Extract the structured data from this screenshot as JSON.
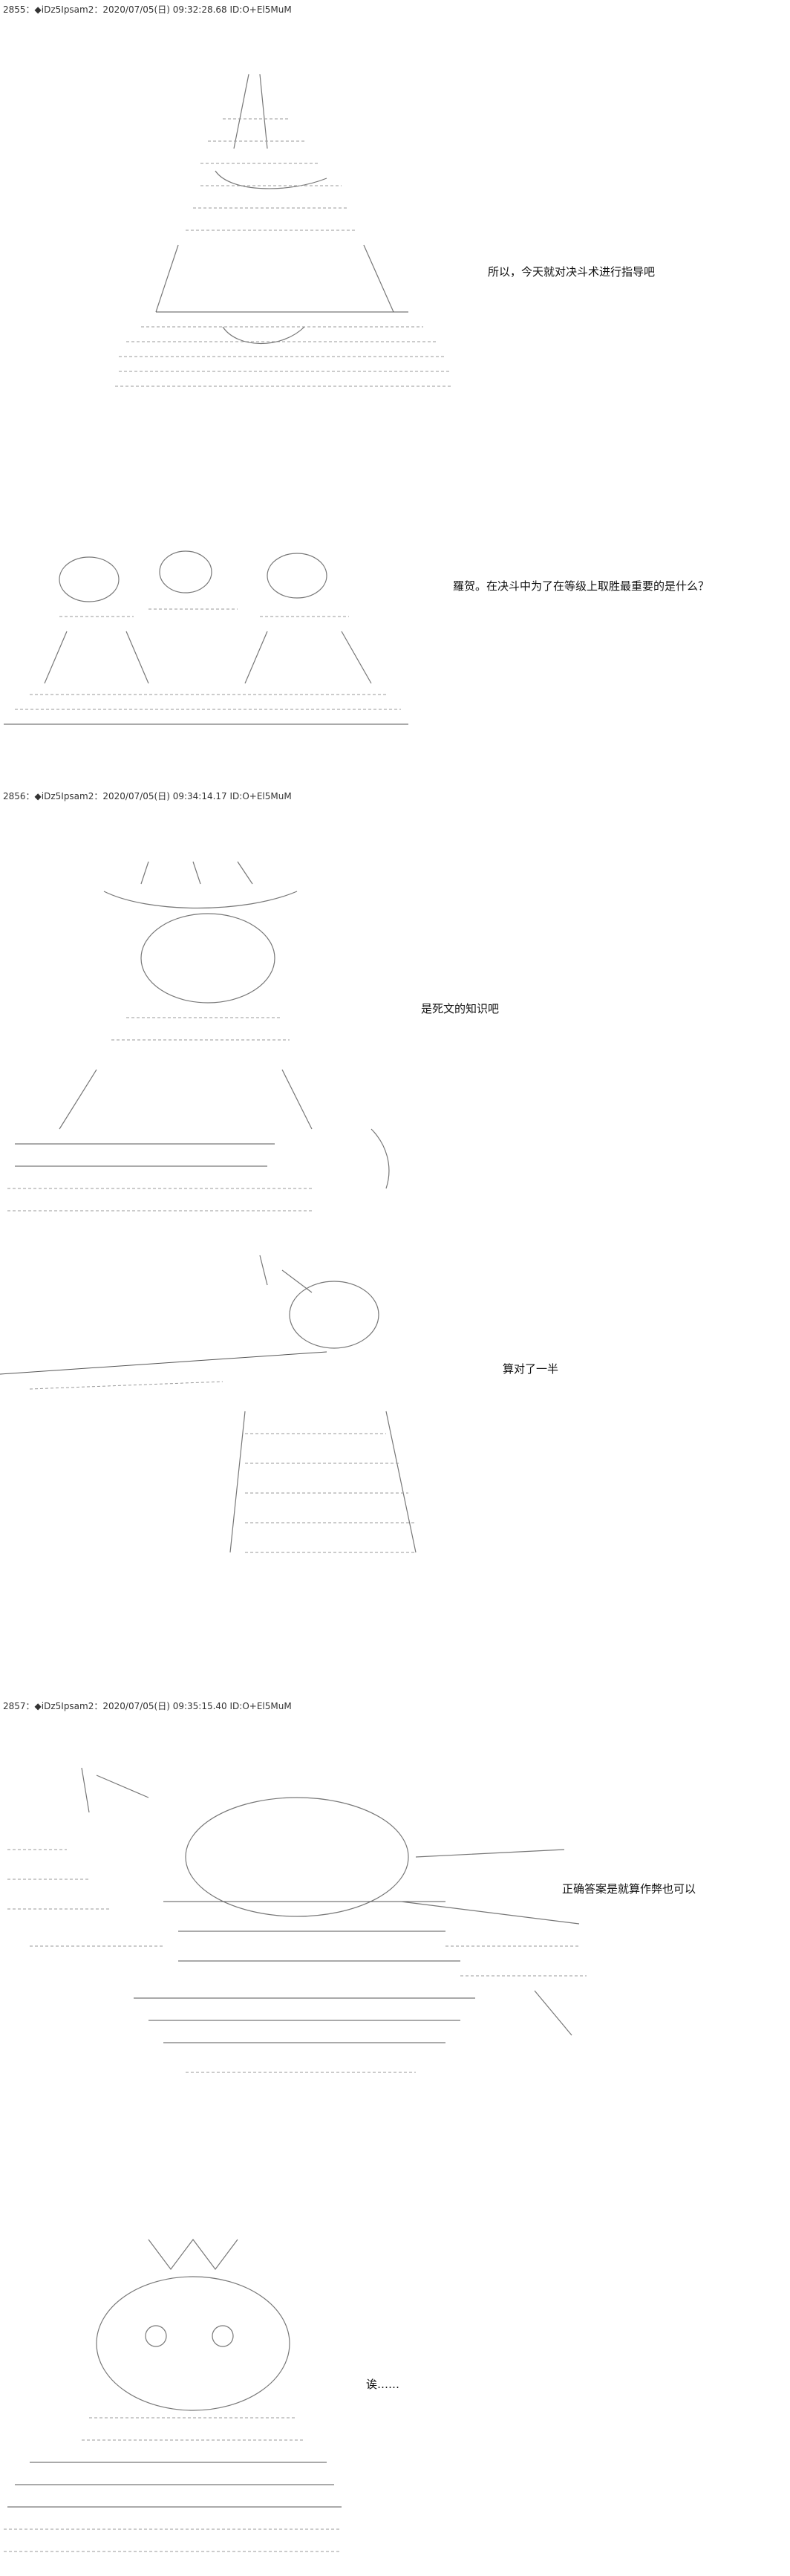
{
  "posts": [
    {
      "header": "2855：◆iDz5Ipsam2：2020/07/05(日) 09:32:28.68 ID:O+El5MuM",
      "lines": [
        "所以，今天就对决斗术进行指导吧",
        "羅贺。在决斗中为了在等级上取胜最重要的是什么？"
      ]
    },
    {
      "header": "2856：◆iDz5Ipsam2：2020/07/05(日) 09:34:14.17 ID:O+El5MuM",
      "lines": [
        "是死文的知识吧",
        "算对了一半"
      ]
    },
    {
      "header": "2857：◆iDz5Ipsam2：2020/07/05(日) 09:35:15.40 ID:O+El5MuM",
      "lines": [
        "正确答案是就算作弊也可以",
        "诶……"
      ]
    }
  ],
  "icons": {
    "ascii_art": "ascii-art-illustration-icon"
  }
}
